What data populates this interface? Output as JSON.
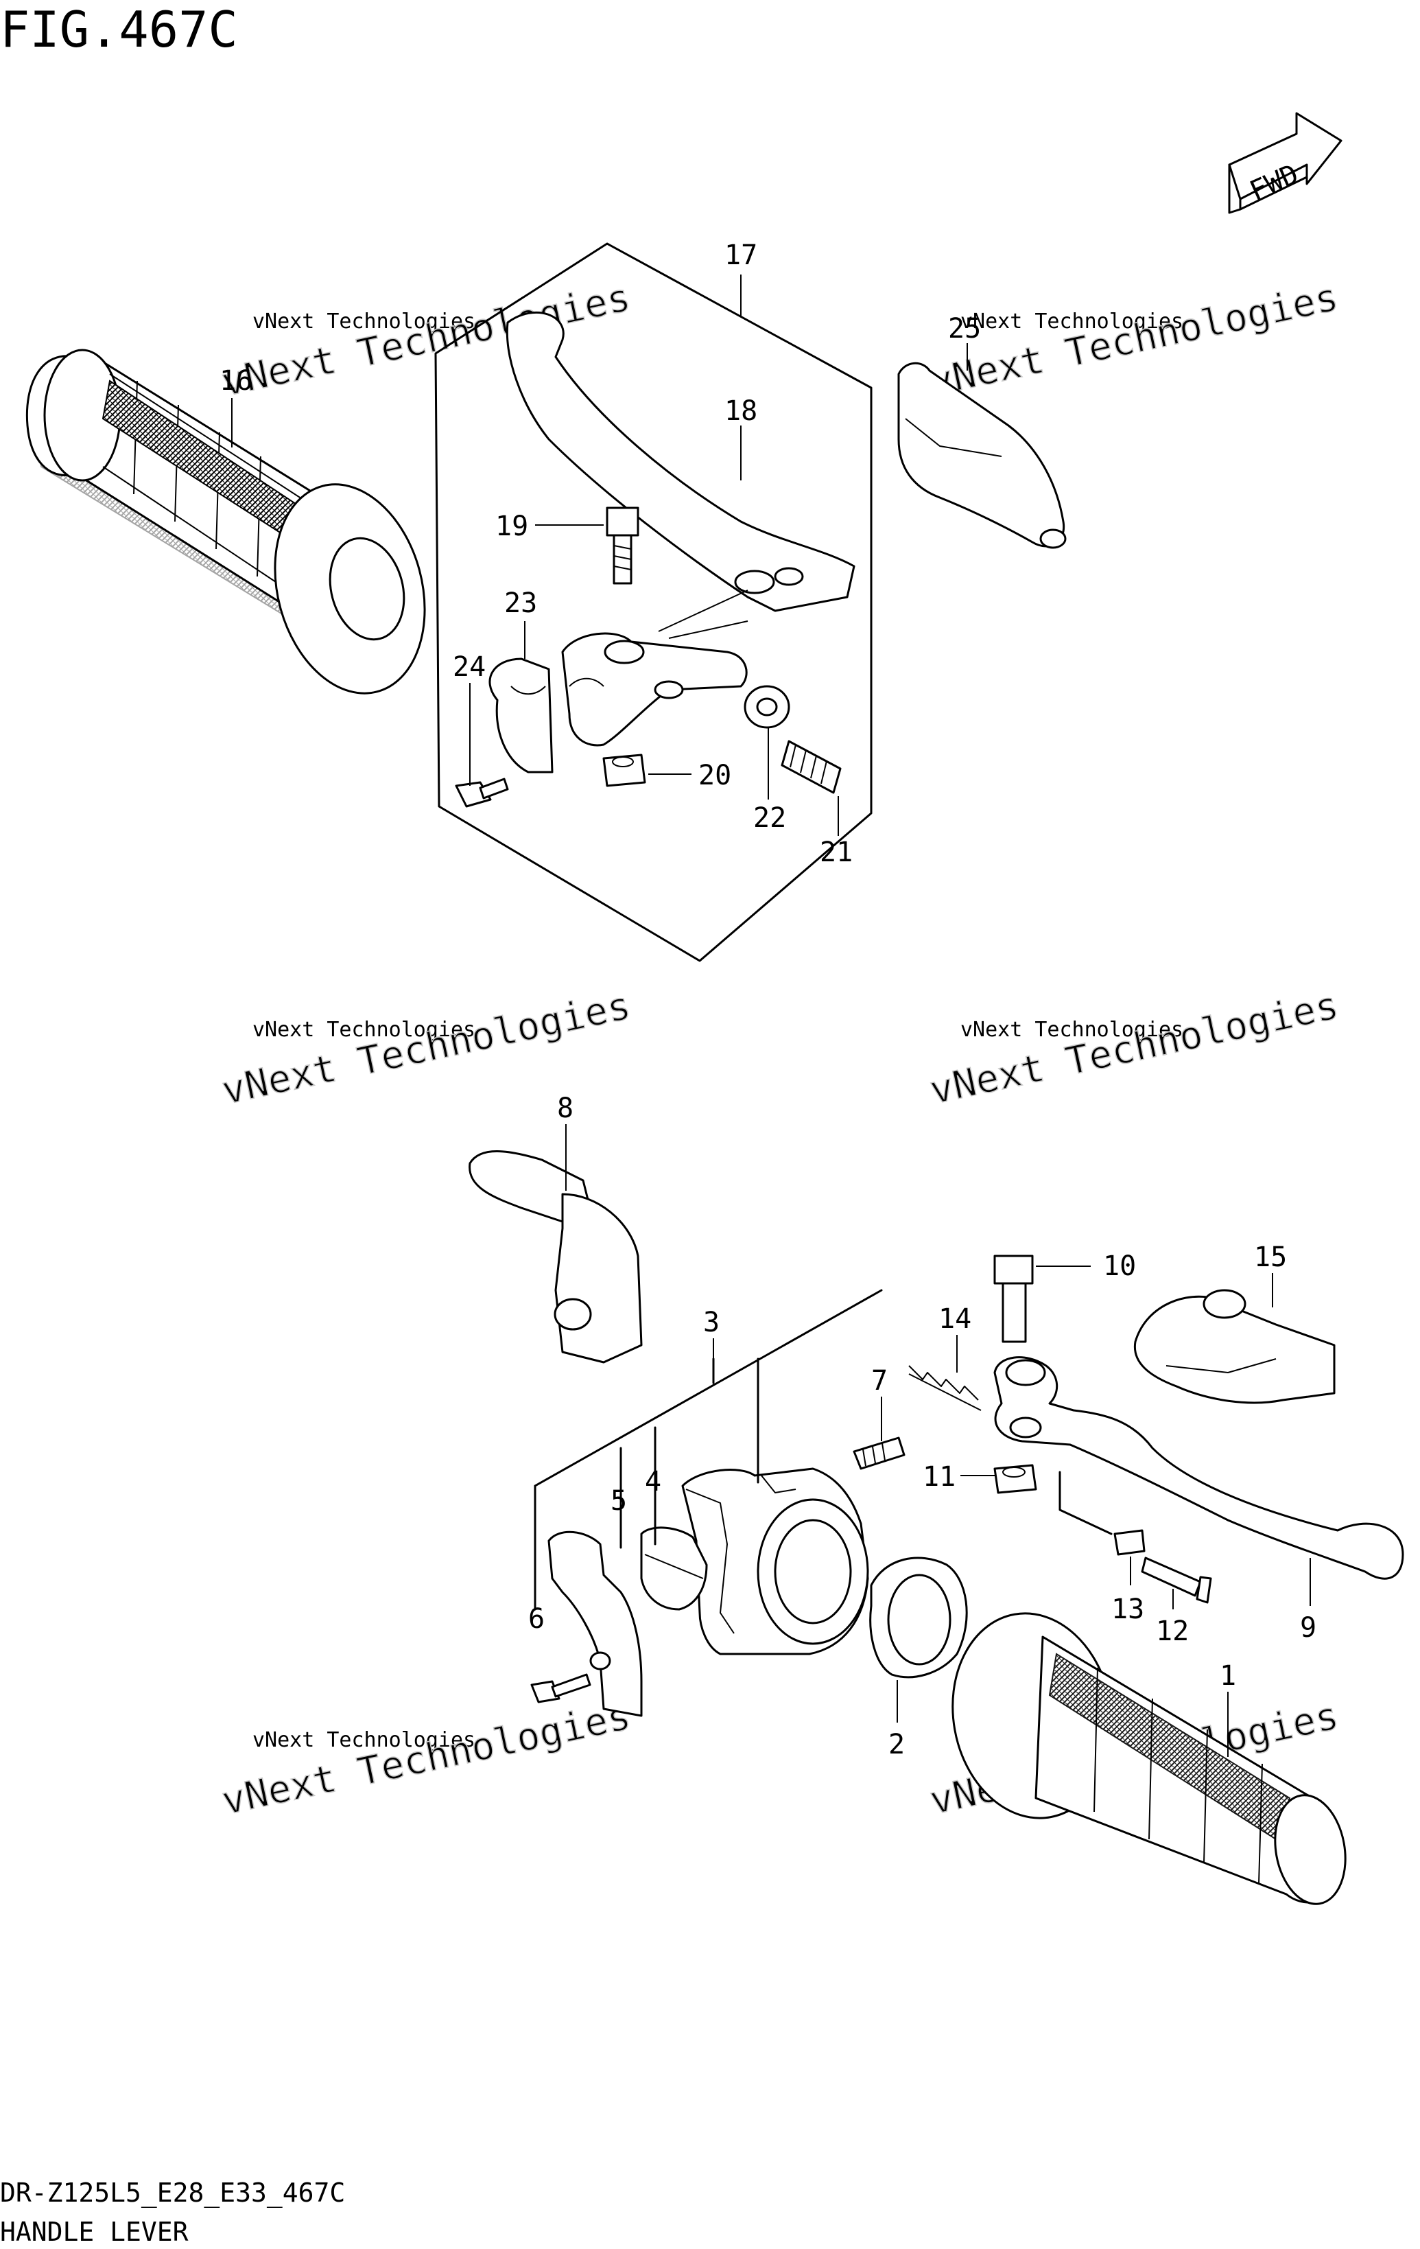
{
  "figure": {
    "title": "FIG.467C",
    "model_code": "DR-Z125L5_E28_E33_467C",
    "section_name": "HANDLE LEVER",
    "forward_arrow_label": "FWD"
  },
  "callouts": [
    "1",
    "2",
    "3",
    "4",
    "5",
    "6",
    "7",
    "8",
    "9",
    "10",
    "11",
    "12",
    "13",
    "14",
    "15",
    "16",
    "17",
    "18",
    "19",
    "20",
    "21",
    "22",
    "23",
    "24",
    "25"
  ],
  "watermark": {
    "line1": "vNext Technologies",
    "line2": "vNext Technologies"
  }
}
